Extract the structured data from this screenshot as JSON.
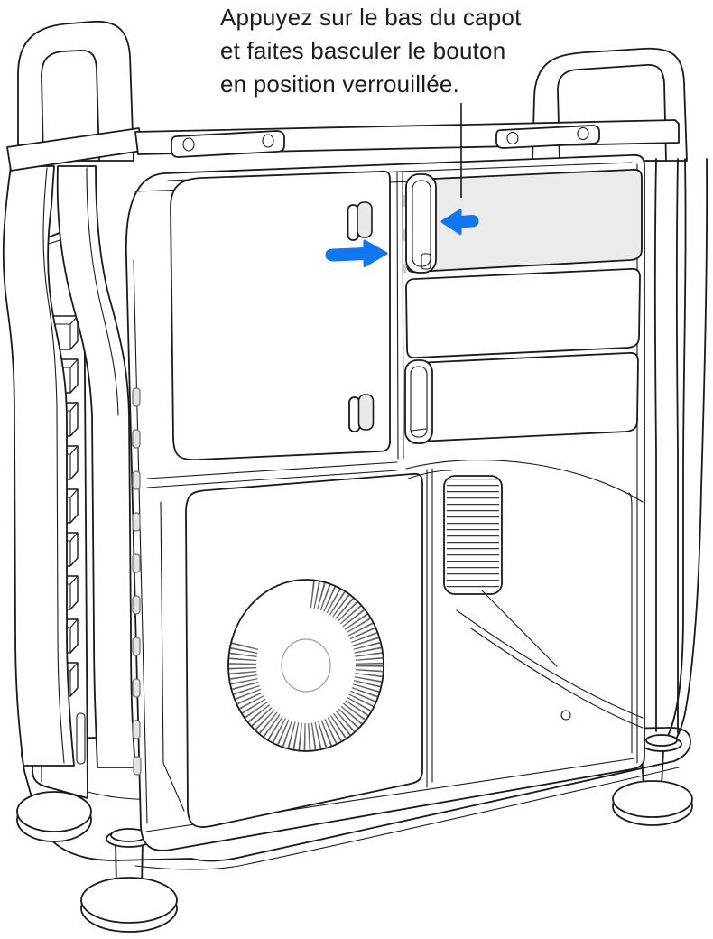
{
  "figure": {
    "caption": {
      "lines": [
        "Appuyez sur le bas du capot",
        "et faites basculer le bouton",
        "en position verrouillée."
      ]
    },
    "colors": {
      "background": "#FFFFFF",
      "line": "#1A1A1A",
      "accent_arrow": "#1176F1",
      "highlight_panel": "#EBEBEB"
    },
    "icons": {
      "arrow_left": "arrow-left-icon",
      "arrow_right": "arrow-right-icon"
    }
  }
}
